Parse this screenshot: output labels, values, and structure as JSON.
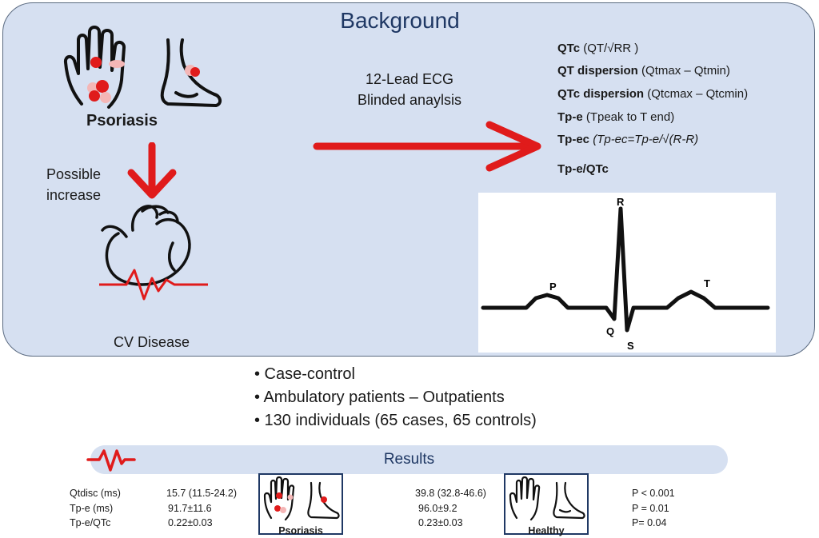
{
  "background": {
    "title": "Background",
    "psoriasis_label": "Psoriasis",
    "possible_increase": "Possible increase",
    "cv_disease": "CV Disease",
    "ecg_method_line1": "12-Lead ECG",
    "ecg_method_line2": "Blinded anaylsis",
    "parameters": [
      {
        "name": "QTc",
        "desc": "(QT/√RR )"
      },
      {
        "name": "QT dispersion",
        "desc": "(Qtmax – Qtmin)"
      },
      {
        "name": "QTc dispersion",
        "desc": "(Qtcmax – Qtcmin)"
      },
      {
        "name": "Tp-e",
        "desc": "(Tpeak to T end)"
      },
      {
        "name": "Tp-ec",
        "desc": "(Tp-ec=Tp-e/√(R-R)"
      },
      {
        "name": "Tp-e/QTc",
        "desc": ""
      }
    ],
    "ecg_waves": {
      "p": "P",
      "q": "Q",
      "r": "R",
      "s": "S",
      "t": "T"
    }
  },
  "design": {
    "bullets": [
      "• Case-control",
      "• Ambulatory patients – Outpatients",
      "• 130 individuals (65 cases, 65 controls)"
    ]
  },
  "results": {
    "title": "Results",
    "psoriasis_caption": "Psoriasis",
    "healthy_caption": "Healthy",
    "rows": [
      {
        "label": "Qtdisc (ms)",
        "psoriasis": "15.7 (11.5-24.2)",
        "healthy": "39.8 (32.8-46.6)",
        "p": "P < 0.001"
      },
      {
        "label": "Tp-e (ms)",
        "psoriasis": "91.7±11.6",
        "healthy": "96.0±9.2",
        "p": "P = 0.01"
      },
      {
        "label": "Tp-e/QTc",
        "psoriasis": "0.22±0.03",
        "healthy": "0.23±0.03",
        "p": "P= 0.04"
      }
    ]
  },
  "colors": {
    "panel": "#d6e0f1",
    "accent_red": "#e01b1b",
    "title_blue": "#1f3864"
  }
}
